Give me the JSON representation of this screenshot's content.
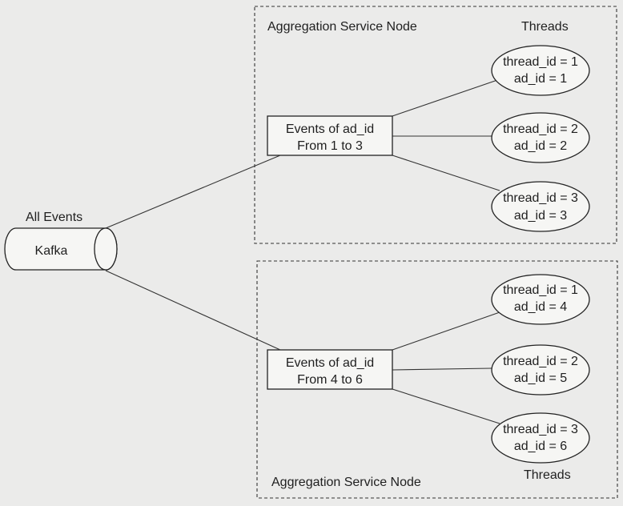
{
  "source": {
    "title": "All Events",
    "name": "Kafka"
  },
  "nodes": [
    {
      "title": "Aggregation Service Node",
      "threads_title": "Threads",
      "box_line1": "Events of ad_id",
      "box_line2": "From 1 to 3",
      "threads": [
        {
          "line1": "thread_id = 1",
          "line2": "ad_id = 1"
        },
        {
          "line1": "thread_id = 2",
          "line2": "ad_id = 2"
        },
        {
          "line1": "thread_id = 3",
          "line2": "ad_id = 3"
        }
      ]
    },
    {
      "title": "Aggregation Service Node",
      "threads_title": "Threads",
      "box_line1": "Events of ad_id",
      "box_line2": "From 4 to 6",
      "threads": [
        {
          "line1": "thread_id = 1",
          "line2": "ad_id = 4"
        },
        {
          "line1": "thread_id = 2",
          "line2": "ad_id = 5"
        },
        {
          "line1": "thread_id = 3",
          "line2": "ad_id = 6"
        }
      ]
    }
  ]
}
